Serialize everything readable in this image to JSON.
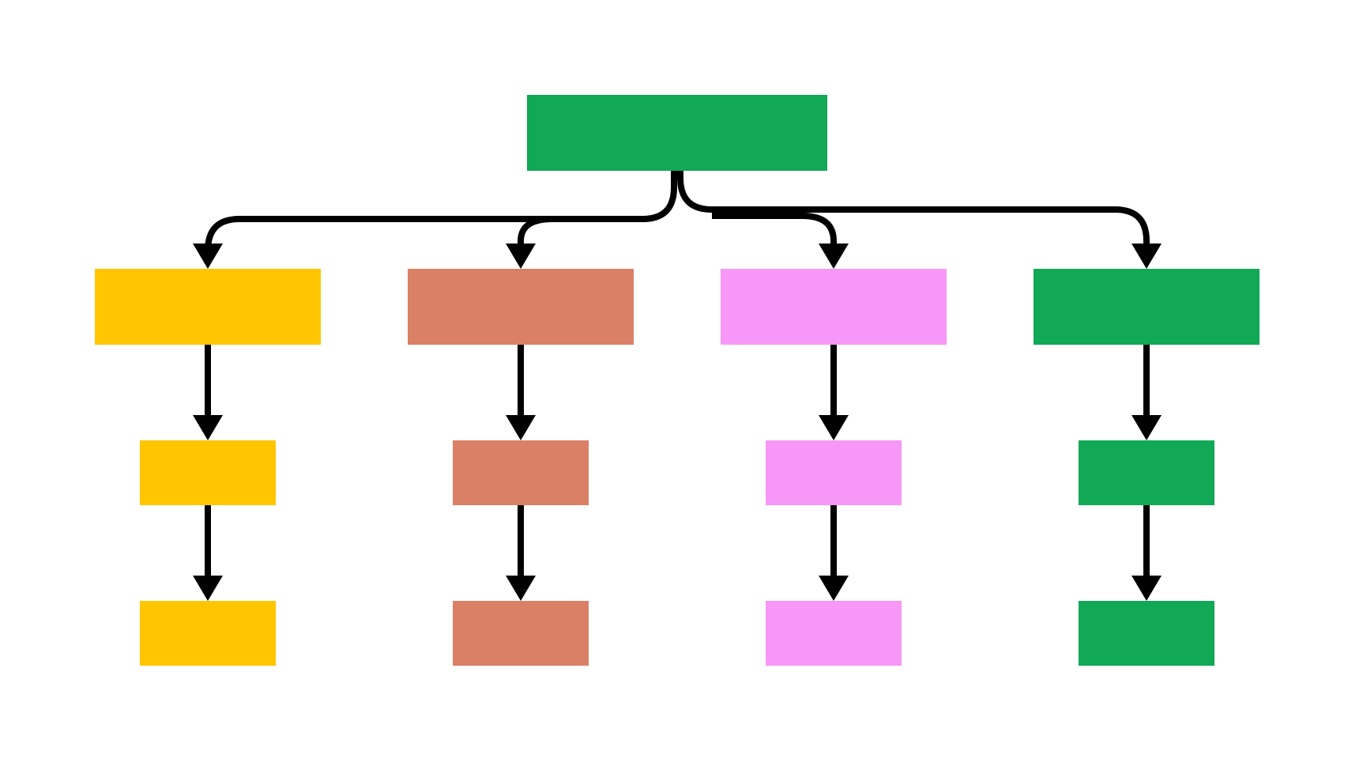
{
  "diagram": {
    "type": "org-chart",
    "connector_color": "#000000",
    "root": {
      "id": "root",
      "color": "#11a856",
      "label": ""
    },
    "branches": [
      {
        "id": "branch-1",
        "color": "#ffc600",
        "nodes": [
          {
            "id": "branch-1-level-1",
            "label": ""
          },
          {
            "id": "branch-1-level-2",
            "label": ""
          },
          {
            "id": "branch-1-level-3",
            "label": ""
          }
        ]
      },
      {
        "id": "branch-2",
        "color": "#da8067",
        "nodes": [
          {
            "id": "branch-2-level-1",
            "label": ""
          },
          {
            "id": "branch-2-level-2",
            "label": ""
          },
          {
            "id": "branch-2-level-3",
            "label": ""
          }
        ]
      },
      {
        "id": "branch-3",
        "color": "#f797f7",
        "nodes": [
          {
            "id": "branch-3-level-1",
            "label": ""
          },
          {
            "id": "branch-3-level-2",
            "label": ""
          },
          {
            "id": "branch-3-level-3",
            "label": ""
          }
        ]
      },
      {
        "id": "branch-4",
        "color": "#11a856",
        "nodes": [
          {
            "id": "branch-4-level-1",
            "label": ""
          },
          {
            "id": "branch-4-level-2",
            "label": ""
          },
          {
            "id": "branch-4-level-3",
            "label": ""
          }
        ]
      }
    ]
  }
}
